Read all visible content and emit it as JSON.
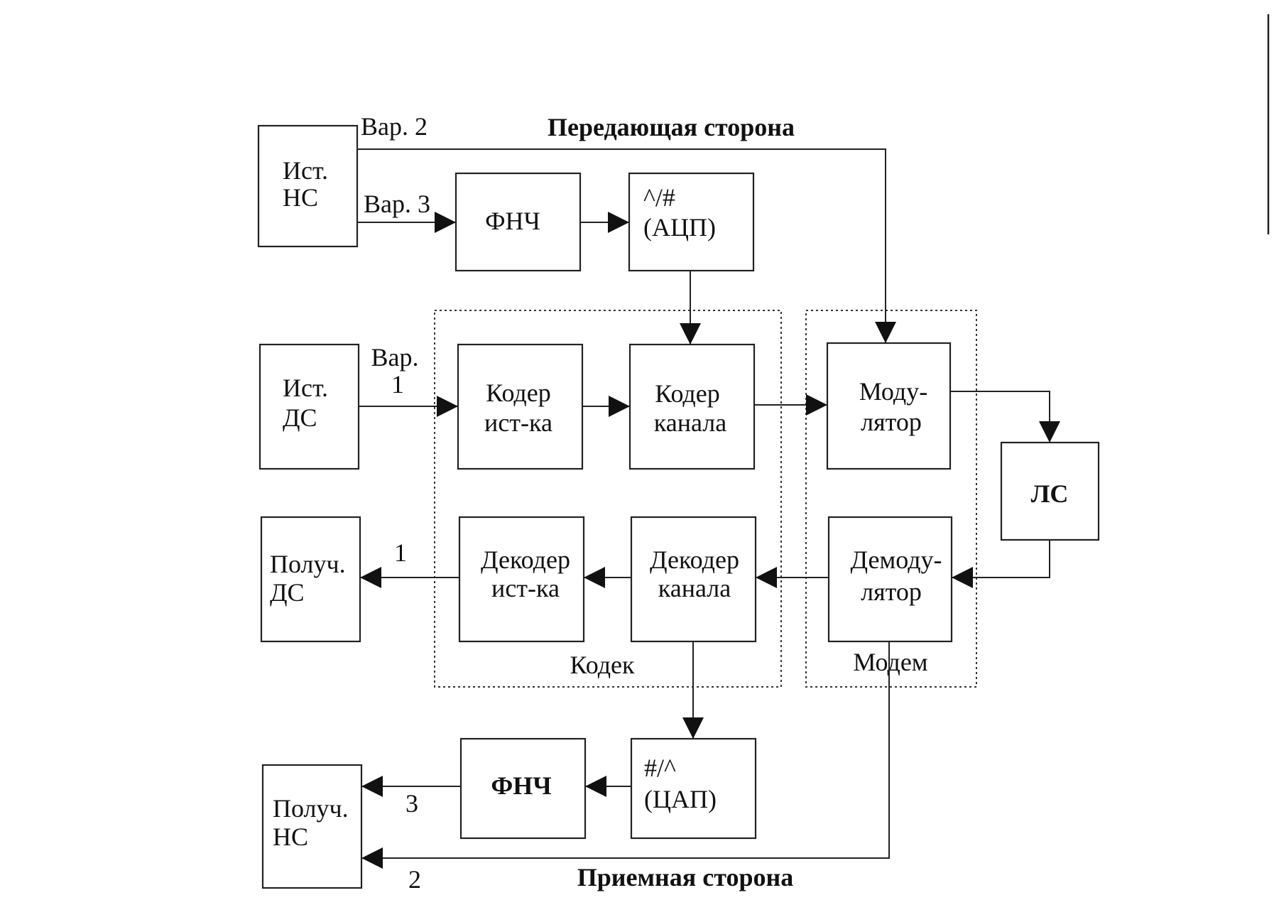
{
  "diagram": {
    "transmit_title": "Передающая сторона",
    "receive_title": "Приемная сторона",
    "groups": {
      "codec": "Кодек",
      "modem": "Модем"
    },
    "blocks": {
      "src_ns": [
        "Ист.",
        "НС"
      ],
      "lpf_tx": [
        "ФНЧ"
      ],
      "adc": [
        "^/#",
        "(АЦП)"
      ],
      "src_ds": [
        "Ист.",
        "ДС"
      ],
      "src_coder": [
        "Кодер",
        "ист-ка"
      ],
      "ch_coder": [
        "Кодер",
        "канала"
      ],
      "modulator": [
        "Моду-",
        "лятор"
      ],
      "line": [
        "ЛС"
      ],
      "demodulator": [
        "Демоду-",
        "лятор"
      ],
      "ch_decoder": [
        "Декодер",
        "канала"
      ],
      "src_decoder": [
        "Декодер",
        "ист-ка"
      ],
      "rcv_ds": [
        "Получ.",
        "ДС"
      ],
      "dac": [
        "#/^",
        "(ЦАП)"
      ],
      "lpf_rx": [
        "ФНЧ"
      ],
      "rcv_ns": [
        "Получ.",
        "НС"
      ]
    },
    "labels": {
      "var2": "Вар. 2",
      "var3": "Вар. 3",
      "var1": [
        "Вар.",
        "1"
      ],
      "out1": "1",
      "out3": "3",
      "out2": "2"
    }
  }
}
